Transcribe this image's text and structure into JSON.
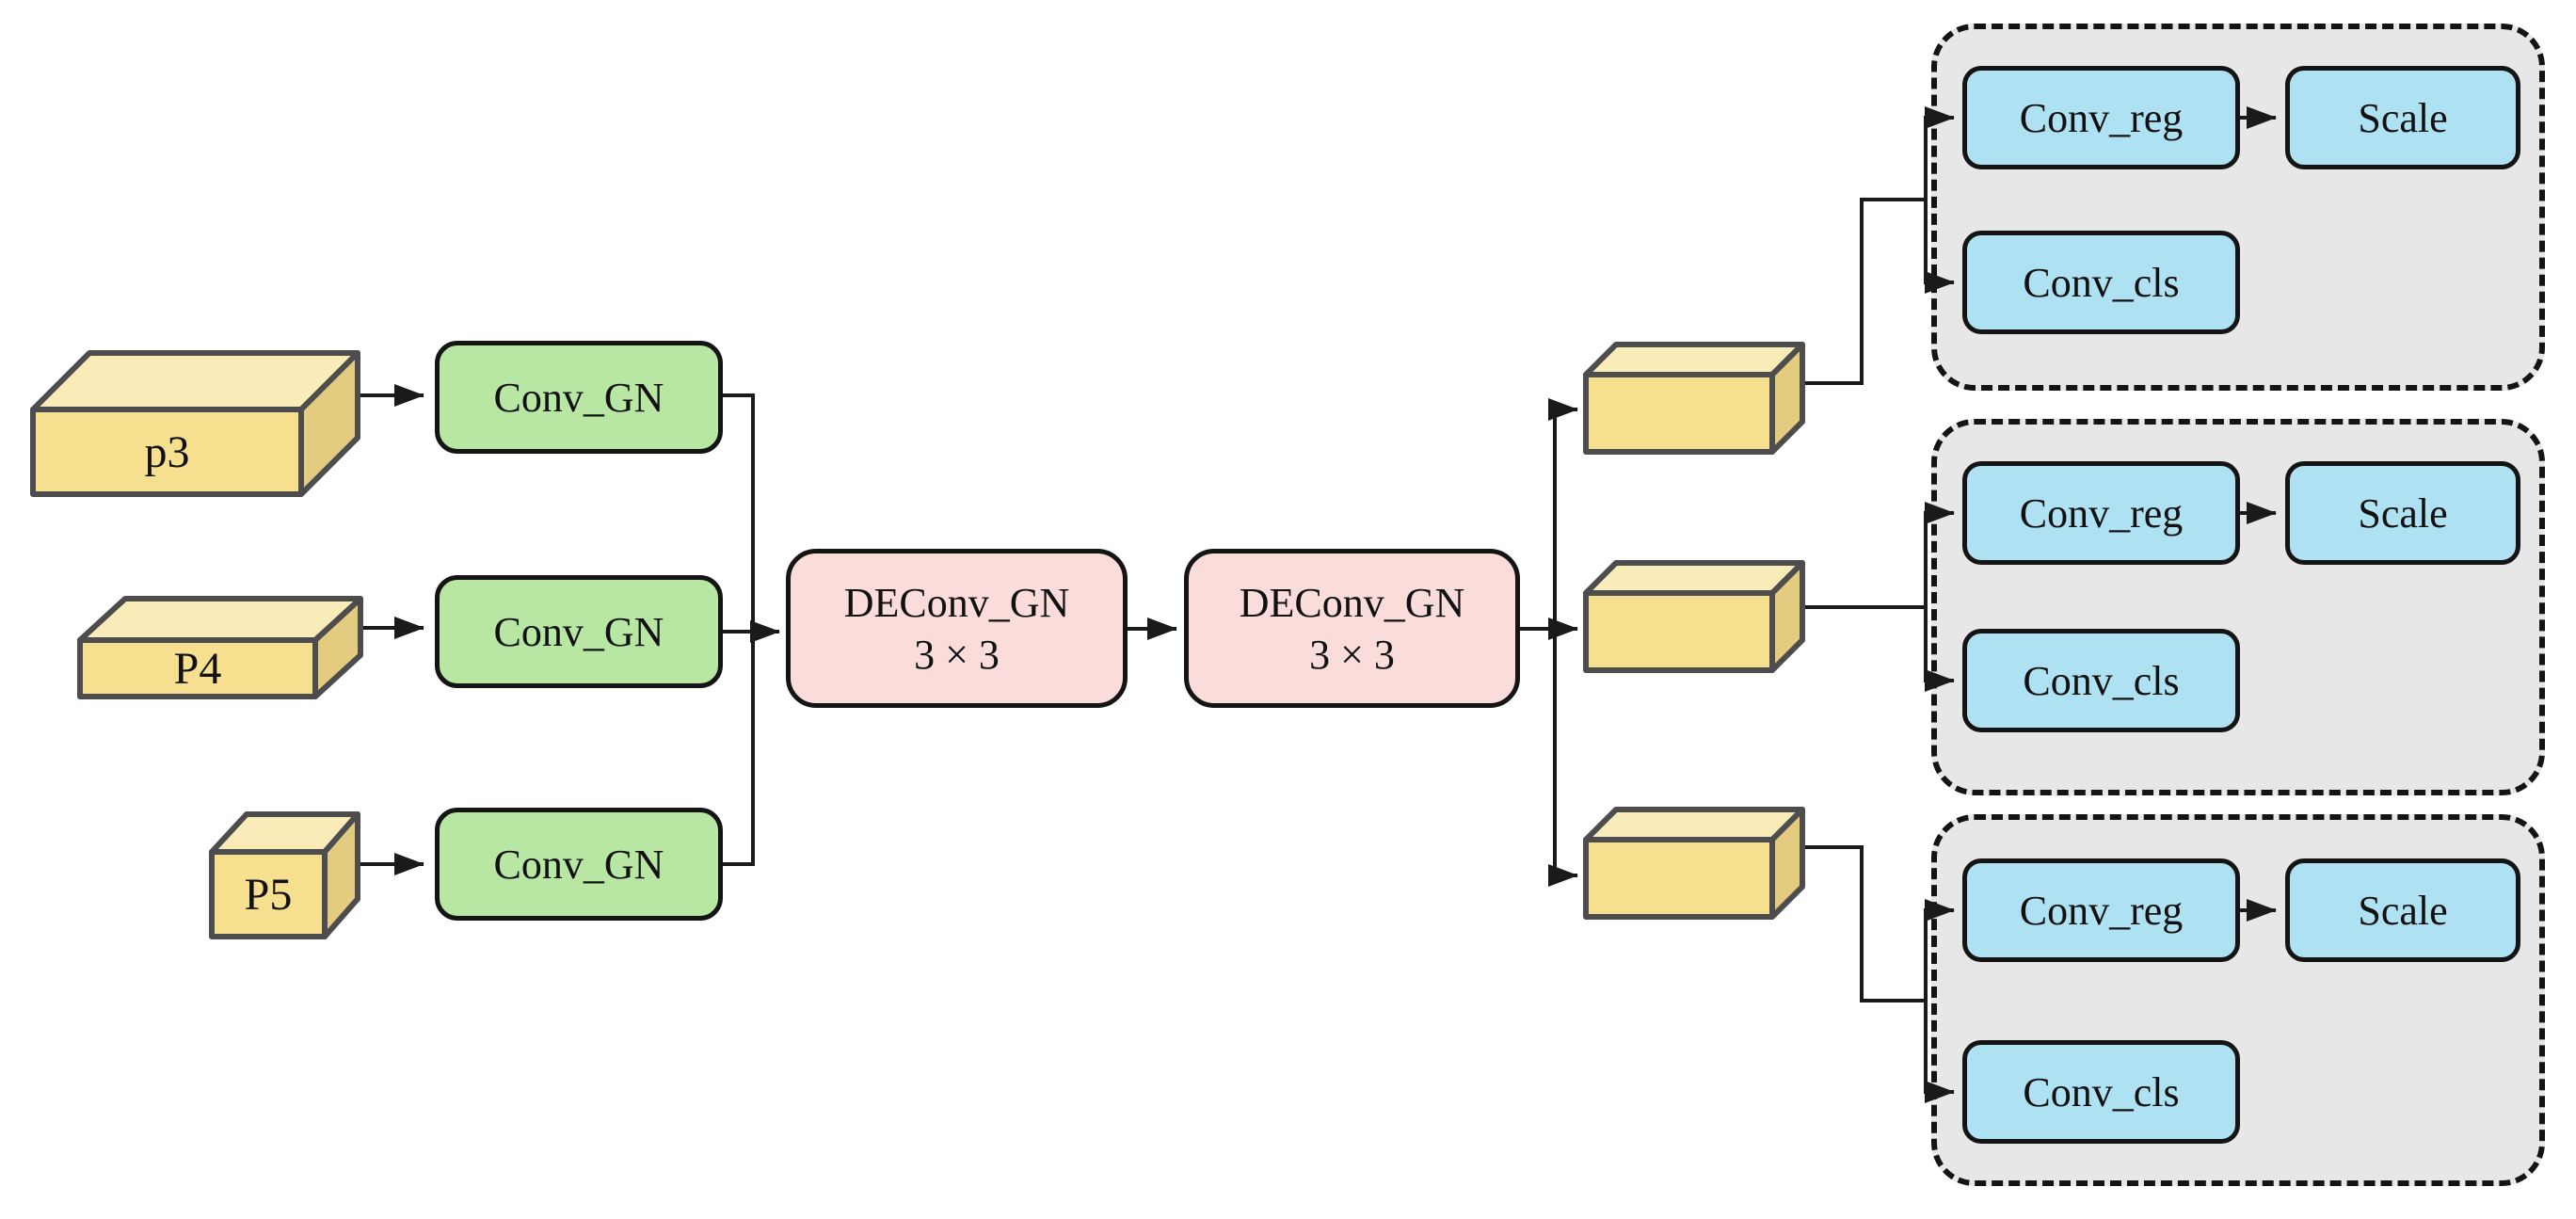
{
  "colors": {
    "yellow_front": "#f7df90",
    "yellow_top": "#faecb9",
    "yellow_side": "#e3cb80",
    "green": "#b7e7a3",
    "pink": "#fadcdb",
    "blue": "#aee1f2",
    "container_gray": "#e7e7e7",
    "box_border": "#4d4d4d",
    "line": "#1a1a1a"
  },
  "inputs": [
    {
      "label": "p3"
    },
    {
      "label": "P4"
    },
    {
      "label": "P5"
    }
  ],
  "conv_blocks": [
    {
      "label": "Conv_GN"
    },
    {
      "label": "Conv_GN"
    },
    {
      "label": "Conv_GN"
    }
  ],
  "deconv_blocks": [
    {
      "name": "DEConv_GN",
      "kernel": "3 × 3"
    },
    {
      "name": "DEConv_GN",
      "kernel": "3 × 3"
    }
  ],
  "heads": [
    {
      "conv_reg": "Conv_reg",
      "scale": "Scale",
      "conv_cls": "Conv_cls"
    },
    {
      "conv_reg": "Conv_reg",
      "scale": "Scale",
      "conv_cls": "Conv_cls"
    },
    {
      "conv_reg": "Conv_reg",
      "scale": "Scale",
      "conv_cls": "Conv_cls"
    }
  ]
}
